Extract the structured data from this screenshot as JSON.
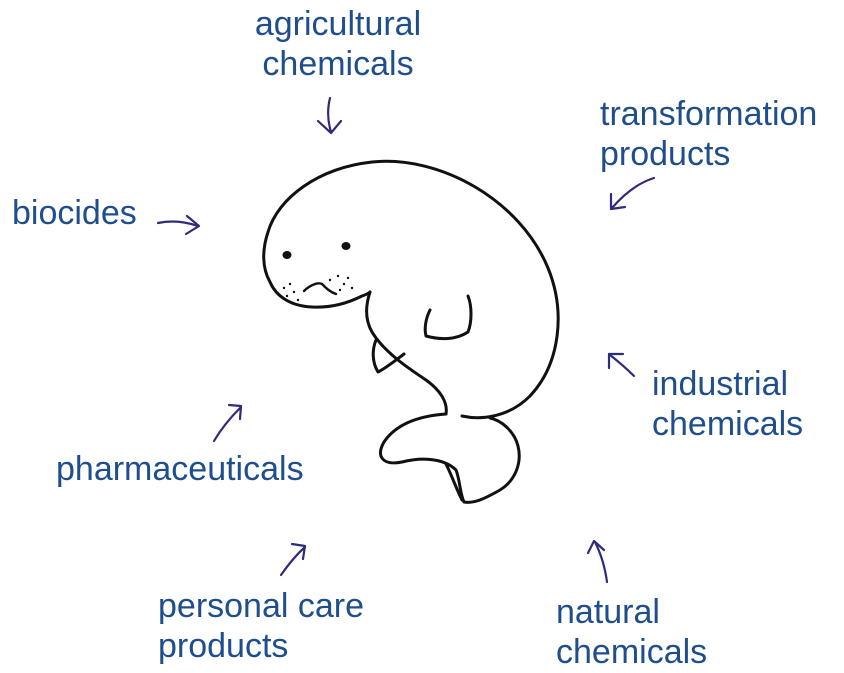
{
  "colors": {
    "label": "#1f4e8c",
    "arrow": "#2e2c7a",
    "outline": "#111111",
    "background": "#ffffff"
  },
  "central_figure": {
    "icon": "manatee-drawing"
  },
  "labels": {
    "agricultural": {
      "line1": "agricultural",
      "line2": "chemicals",
      "arrow": "arrow-down"
    },
    "transformation": {
      "line1": "transformation",
      "line2": "products",
      "arrow": "arrow-down-left"
    },
    "biocides": {
      "line1": "biocides",
      "arrow": "arrow-right"
    },
    "industrial": {
      "line1": "industrial",
      "line2": "chemicals",
      "arrow": "arrow-up-left"
    },
    "pharmaceuticals": {
      "line1": "pharmaceuticals",
      "arrow": "arrow-up-right"
    },
    "personal_care": {
      "line1": "personal care",
      "line2": "products",
      "arrow": "arrow-up-right"
    },
    "natural": {
      "line1": "natural",
      "line2": "chemicals",
      "arrow": "arrow-up"
    }
  }
}
